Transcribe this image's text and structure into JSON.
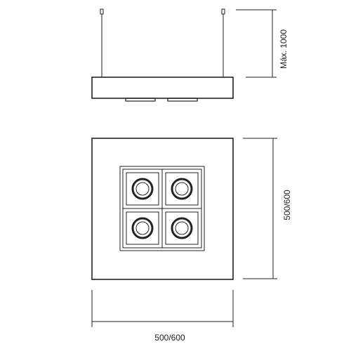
{
  "drawing": {
    "line_color": "#222222",
    "background_color": "#ffffff"
  },
  "labels": {
    "height_max": "Máx. 1000",
    "height_side": "500/600",
    "width_bottom": "500/600"
  }
}
